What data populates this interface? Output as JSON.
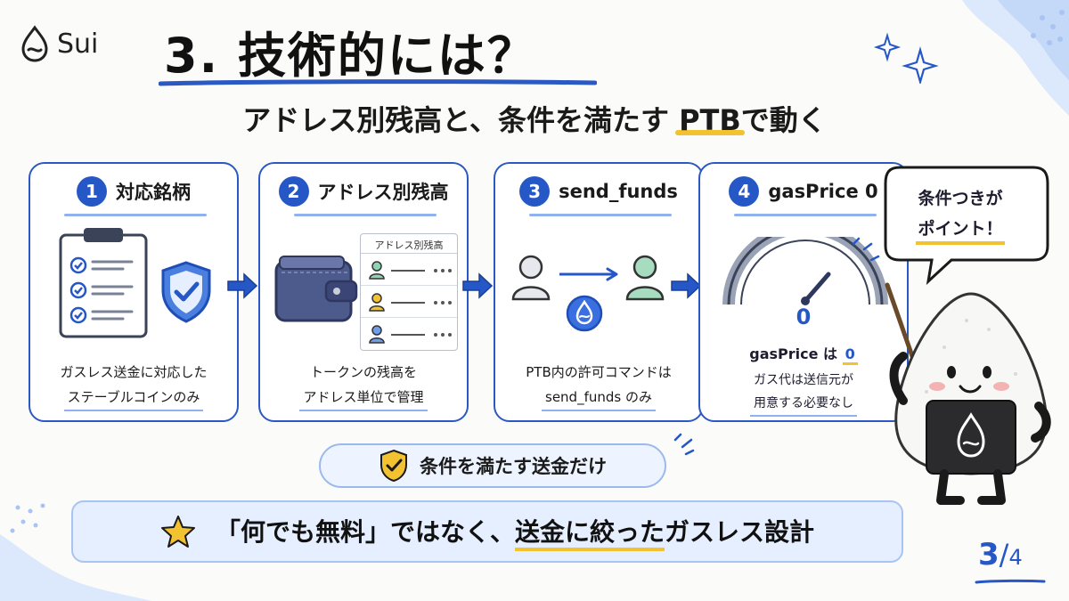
{
  "logo": {
    "text": "Sui"
  },
  "title": "3. 技術的には？",
  "subtitle": {
    "prefix": "アドレス別残高と、条件を満たす ",
    "highlight": "PTB",
    "suffix": "で動く"
  },
  "cards": [
    {
      "number": "1",
      "title": "対応銘柄",
      "desc": [
        "ガスレス送金に対応した",
        "ステーブルコインのみ"
      ]
    },
    {
      "number": "2",
      "title": "アドレス別残高",
      "list_title": "アドレス別残高",
      "desc": [
        "トークンの残高を",
        "アドレス単位で管理"
      ]
    },
    {
      "number": "3",
      "title": "send_funds",
      "desc": [
        "PTB内の許可コマンドは",
        "send_funds のみ"
      ]
    },
    {
      "number": "4",
      "title": "gasPrice 0",
      "gauge_value": "0",
      "value_line": {
        "label": "gasPrice は ",
        "value": "0"
      },
      "desc": [
        "ガス代は送信元が",
        "用意する必要なし"
      ]
    }
  ],
  "bubble": {
    "line1": "条件つきが",
    "line2": "ポイント！"
  },
  "pill": {
    "text": "条件を満たす送金だけ"
  },
  "banner": {
    "prefix": "「何でも無料」ではなく、",
    "highlight": "送金に絞った",
    "suffix": "ガスレス設計"
  },
  "page": {
    "current": "3",
    "separator": "/",
    "total": "4"
  },
  "colors": {
    "accent": "#2557c7",
    "highlight": "#f2c230",
    "soft_blue": "#e6efff"
  },
  "icons": [
    "sui-logo-icon",
    "clipboard-icon",
    "shield-check-icon",
    "wallet-icon",
    "user-icon",
    "sui-token-icon",
    "gauge-icon",
    "star-icon",
    "sparkle-icon",
    "onigiri-mascot"
  ]
}
